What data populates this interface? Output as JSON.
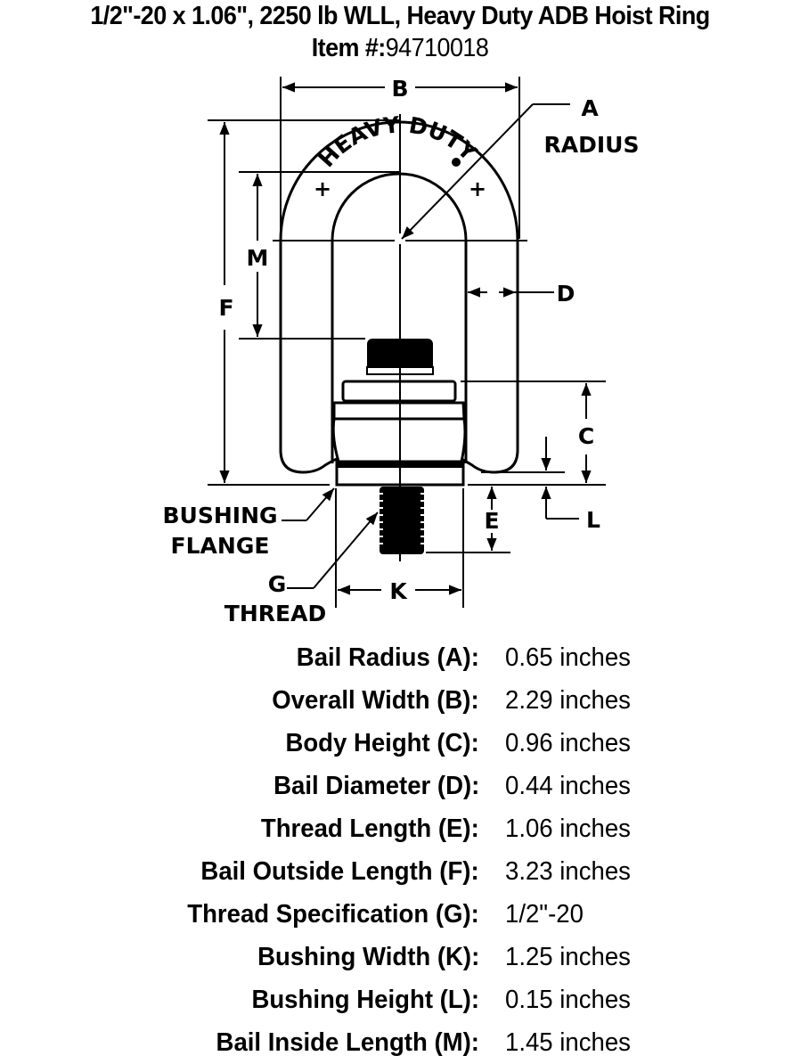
{
  "header": {
    "title": "1/2\"-20 x 1.06\", 2250 lb WLL, Heavy Duty ADB Hoist Ring",
    "item_label": "Item #:",
    "item_number": "94710018"
  },
  "diagram": {
    "engraving": "HEAVY DUTY",
    "labels": {
      "A": "A",
      "A_sub": "RADIUS",
      "B": "B",
      "C": "C",
      "D": "D",
      "E": "E",
      "F": "F",
      "G": "G",
      "G_sub": "THREAD",
      "K": "K",
      "L": "L",
      "M": "M",
      "bushing_1": "BUSHING",
      "bushing_2": "FLANGE"
    }
  },
  "specs": [
    {
      "name": "Bail Radius (A):",
      "value": "0.65 inches"
    },
    {
      "name": "Overall Width (B):",
      "value": "2.29 inches"
    },
    {
      "name": "Body Height (C):",
      "value": "0.96 inches"
    },
    {
      "name": "Bail Diameter (D):",
      "value": "0.44 inches"
    },
    {
      "name": "Thread Length (E):",
      "value": "1.06 inches"
    },
    {
      "name": "Bail Outside Length (F):",
      "value": "3.23 inches"
    },
    {
      "name": "Thread Specification (G):",
      "value": "1/2\"-20"
    },
    {
      "name": "Bushing Width (K):",
      "value": "1.25 inches"
    },
    {
      "name": "Bushing Height (L):",
      "value": "0.15 inches"
    },
    {
      "name": "Bail Inside Length (M):",
      "value": "1.45 inches"
    }
  ]
}
